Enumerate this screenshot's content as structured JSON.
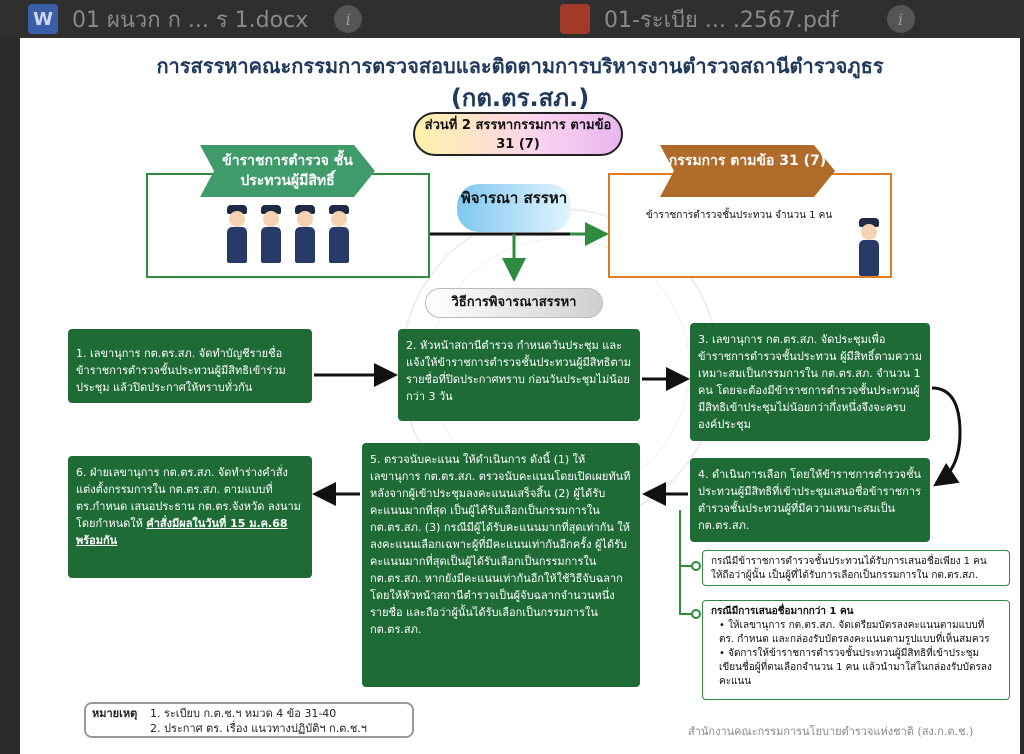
{
  "tabs": [
    {
      "label": "01 ผนวก ก ... ร 1.docx",
      "icon": "word-doc-icon",
      "icon_letter": "W",
      "icon_color": "#3b5ea8"
    },
    {
      "label": "01-ระเบีย ... .2567.pdf",
      "icon": "pdf-icon",
      "icon_letter": "",
      "icon_color": "#a23a2a"
    }
  ],
  "title_line1": "การสรรหาคณะกรรมการตรวจสอบและติดตามการบริหารงานตำรวจสถานีตำรวจภูธร",
  "title_line2": "(กต.ตร.สภ.)",
  "part_label": "ส่วนที่ 2 สรรหากรรมการ ตามข้อ 31 (7)",
  "left_banner": "ข้าราชการตำรวจ ชั้นประทวนผู้มีสิทธิ์",
  "consider_label": "พิจารณา สรรหา",
  "right_banner": "กรรมการ ตามข้อ 31 (7)",
  "right_desc": "ข้าราชการตำรวจชั้นประทวน จำนวน 1 คน",
  "method_label": "วิธีการพิจารณาสรรหา",
  "steps": [
    "1. เลขานุการ กต.ตร.สภ. จัดทำบัญชีรายชื่อข้าราชการตำรวจชั้นประทวนผู้มีสิทธิเข้าร่วมประชุม แล้วปิดประกาศให้ทราบทั่วกัน",
    "2. หัวหน้าสถานีตำรวจ กำหนดวันประชุม และแจ้งให้ข้าราชการตำรวจชั้นประทวนผู้มีสิทธิตามรายชื่อที่ปิดประกาศทราบ ก่อนวันประชุมไม่น้อยกว่า 3 วัน",
    "3. เลขานุการ กต.ตร.สภ. จัดประชุมเพื่อข้าราชการตำรวจชั้นประทวน ผู้มีสิทธิ์ตามความเหมาะสมเป็นกรรมการใน กต.ตร.สภ. จำนวน 1 คน โดยจะต้องมีข้าราชการตำรวจชั้นประทวนผู้มีสิทธิเข้าประชุมไม่น้อยกว่ากึ่งหนึ่งจึงจะครบองค์ประชุม",
    "4. ดำเนินการเลือก โดยให้ข้าราชการตำรวจชั้นประทวนผู้มีสิทธิที่เข้าประชุมเสนอชื่อข้าราชการตำรวจชั้นประทวนผู้ที่มีความเหมาะสมเป็น กต.ตร.สภ.",
    "5. ตรวจนับคะแนน ให้ดำเนินการ ดังนี้ (1) ให้เลขานุการ กต.ตร.สภ. ตรวจนับคะแนนโดยเปิดเผยทันทีหลังจากผู้เข้าประชุมลงคะแนนเสร็จสิ้น (2) ผู้ได้รับคะแนนมากที่สุด เป็นผู้ได้รับเลือกเป็นกรรมการใน กต.ตร.สภ. (3) กรณีมีผู้ได้รับคะแนนมากที่สุดเท่ากัน ให้ลงคะแนนเลือกเฉพาะผู้ที่มีคะแนนเท่ากันอีกครั้ง ผู้ได้รับคะแนนมากที่สุดเป็นผู้ได้รับเลือกเป็นกรรมการใน กต.ตร.สภ. หากยังมีคะแนนเท่ากันอีกให้ใช้วิธีจับฉลาก โดยให้หัวหน้าสถานีตำรวจเป็นผู้จับฉลากจำนวนหนึ่งรายชื่อ และถือว่าผู้นั้นได้รับเลือกเป็นกรรมการใน กต.ตร.สภ.",
    "6. ฝ่ายเลขานุการ กต.ตร.สภ. จัดทำร่างคำสั่งแต่งตั้งกรรมการใน กต.ตร.สภ. ตามแบบที่ ตร.กำหนด เสนอประธาน กต.ตร.จังหวัด ลงนาม โดยกำหนดให้"
  ],
  "step6_emphasis": "คำสั่งมีผลในวันที่ 15 ม.ค.68 พร้อมกัน",
  "cond1": "กรณีมีข้าราชการตำรวจชั้นประทวนได้รับการเสนอชื่อเพียง 1 คน ให้ถือว่าผู้นั้น เป็นผู้ที่ได้รับการเลือกเป็นกรรมการใน กต.ตร.สภ.",
  "cond2_title": "กรณีมีการเสนอชื่อมากกว่า 1 คน",
  "cond2_items": [
    "ให้เลขานุการ กต.ตร.สภ. จัดเตรียมบัตรลงคะแนนตามแบบที่ ตร. กำหนด และกล่องรับบัตรลงคะแนนตามรูปแบบที่เห็นสมควร",
    "จัดการให้ข้าราชการตำรวจชั้นประทวนผู้มีสิทธิที่เข้าประชุมเขียนชื่อผู้ที่ตนเลือกจำนวน 1 คน แล้วนำมาใส่ในกล่องรับบัตรลงคะแนน"
  ],
  "note_label": "หมายเหตุ",
  "note_lines": [
    "1. ระเบียบ ก.ต.ช.ฯ หมวด 4 ข้อ 31-40",
    "2. ประกาศ ตร. เรื่อง แนวทางปฏิบัติฯ ก.ต.ช.ฯ"
  ],
  "org_label": "สำนักงานคณะกรรมการนโยบายตำรวจแห่งชาติ (สง.ก.ต.ช.)"
}
